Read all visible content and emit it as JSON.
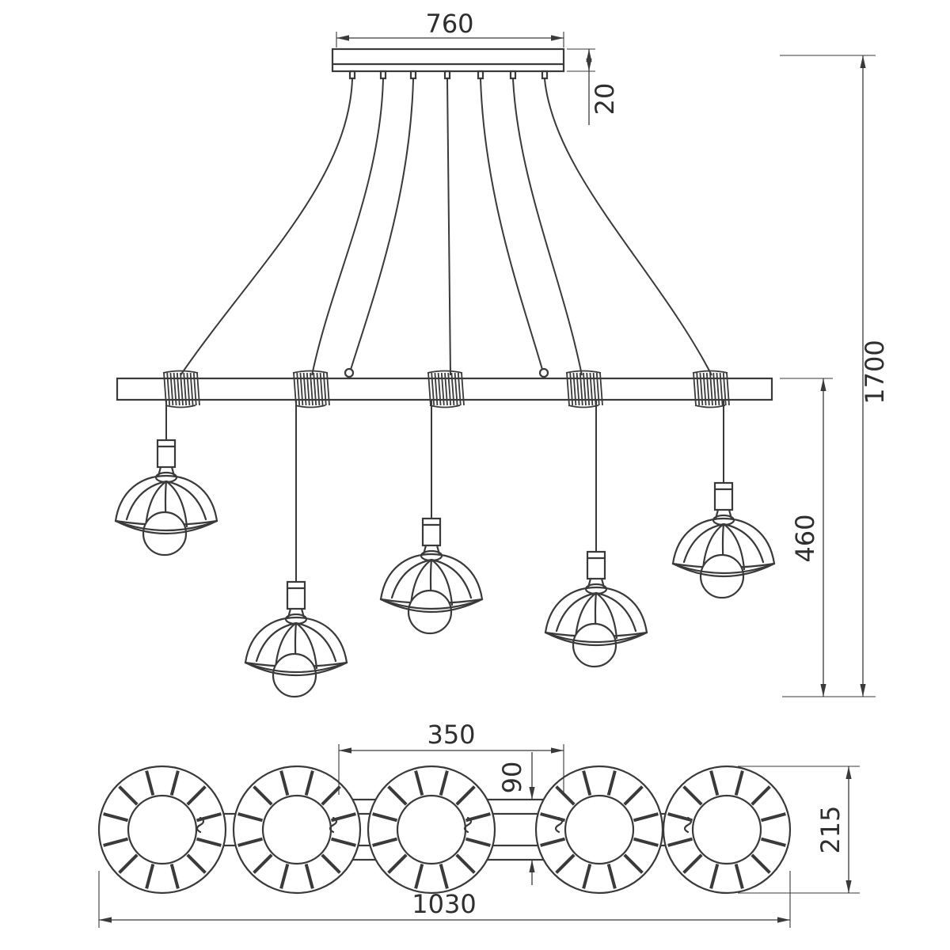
{
  "meta": {
    "type": "technical-dimension-drawing",
    "subject": "five-light wire-cage pendant chandelier on wooden beam",
    "views": [
      "front-elevation",
      "bottom-plan"
    ],
    "lamp_count": 5
  },
  "colors": {
    "line": "#3a3a3a",
    "text": "#2f2f2f",
    "background": "#ffffff"
  },
  "elevation": {
    "canopy_length": "760",
    "canopy_height": "20",
    "overall_height": "1700",
    "drop_below_beam": "460"
  },
  "plan": {
    "center_section_length": "350",
    "beam_depth": "90",
    "shade_diameter": "215",
    "overall_length": "1030"
  }
}
